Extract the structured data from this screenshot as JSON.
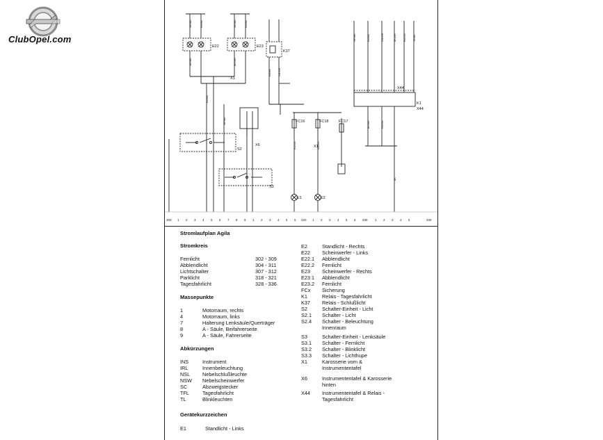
{
  "logo": {
    "text": "ClubOpel.com"
  },
  "document": {
    "title": "Stromlaufplan Agila",
    "stromkreis": {
      "heading": "Stromkreis",
      "rows": [
        {
          "name": "Fernlicht",
          "range": "302 - 309"
        },
        {
          "name": "Abblendlicht",
          "range": "304 - 311"
        },
        {
          "name": "Lichtschalter",
          "range": "307 - 312"
        },
        {
          "name": "Parklicht",
          "range": "318 - 321"
        },
        {
          "name": "Tagesfahrlicht",
          "range": "328 - 336"
        }
      ]
    },
    "massepunkte": {
      "heading": "Massepunkte",
      "rows": [
        {
          "code": "1",
          "text": "Motorraum, rechts"
        },
        {
          "code": "4",
          "text": "Motorraum, links"
        },
        {
          "code": "7",
          "text": "Halterung Lenksäule/Querträger"
        },
        {
          "code": "8",
          "text": "A - Säule, Beifahrerseite"
        },
        {
          "code": "9",
          "text": "A - Säule, Fahrerseite"
        }
      ]
    },
    "abkuerzungen": {
      "heading": "Abkürzungen",
      "rows": [
        {
          "code": "INS",
          "text": "Instrument"
        },
        {
          "code": "IRL",
          "text": "Innenbeleuchtung"
        },
        {
          "code": "NSL",
          "text": "Nebelschlußleuchte"
        },
        {
          "code": "NSW",
          "text": "Nebelscheinwerfer"
        },
        {
          "code": "SC",
          "text": "Abzweigstecker"
        },
        {
          "code": "TFL",
          "text": "Tagesfahrlicht"
        },
        {
          "code": "TL",
          "text": "Blinkleuchten"
        }
      ]
    },
    "geraete": {
      "heading": "Gerätekurzzeichen",
      "rows": [
        {
          "code": "E1",
          "text": "Standlicht - Links"
        }
      ]
    },
    "components": [
      {
        "code": "E2",
        "text": "Standlicht - Rechts"
      },
      {
        "code": "E22",
        "text": "Scheinwerfer - Links"
      },
      {
        "code": "E22.1",
        "text": "Abblendlicht"
      },
      {
        "code": "E22.2",
        "text": "Fernlicht"
      },
      {
        "code": "E23",
        "text": "Scheinwerfer - Rechts"
      },
      {
        "code": "E23.1",
        "text": "Abblendlicht"
      },
      {
        "code": "E23.2",
        "text": "Fernlicht"
      },
      {
        "code": "FCx",
        "text": "Sicherung"
      },
      {
        "code": "K1",
        "text": "Relais - Tagesfahrlicht"
      },
      {
        "code": "K37",
        "text": "Relais - Schlußlicht"
      },
      {
        "code": "S2",
        "text": "Schalter-Einheit - Licht"
      },
      {
        "code": "S2.1",
        "text": "Schalter - Licht"
      },
      {
        "code": "S2.4",
        "text": "Schalter - Beleuchtung"
      },
      {
        "code": "",
        "text": "Innenraum"
      },
      {
        "code": "S3",
        "text": "Schalter-Einheit - Lenksäule"
      },
      {
        "code": "S3.1",
        "text": "Schalter - Fernlicht"
      },
      {
        "code": "S3.2",
        "text": "Schalter - Blinklicht"
      },
      {
        "code": "S3.3",
        "text": "Schalter - Lichthupe"
      },
      {
        "code": "X1",
        "text": "Karosserie vorn &"
      },
      {
        "code": "",
        "text": "Instrumententafel"
      },
      {
        "code": "X6",
        "text": "Instrumententafel & Karosserie"
      },
      {
        "code": "",
        "text": "hinten"
      },
      {
        "code": "X44",
        "text": "Instrumententafel & Relais -"
      },
      {
        "code": "",
        "text": "Tagesfahrlicht"
      }
    ]
  },
  "diagram_labels": {
    "e22": "E22",
    "e23": "E23",
    "k37": "K37",
    "k1": "K1",
    "x44a": "X44",
    "x44b": "X44",
    "x1a": "X1",
    "x1b": "X1",
    "x6": "X6",
    "s2": "S2",
    "s3": "S3",
    "fc16": "FC16",
    "fc18": "FC18",
    "fc17": "FC17",
    "e1": "E1",
    "e2": "E2",
    "n300": "300",
    "n320": "320",
    "n330": "330",
    "n340": "340"
  }
}
